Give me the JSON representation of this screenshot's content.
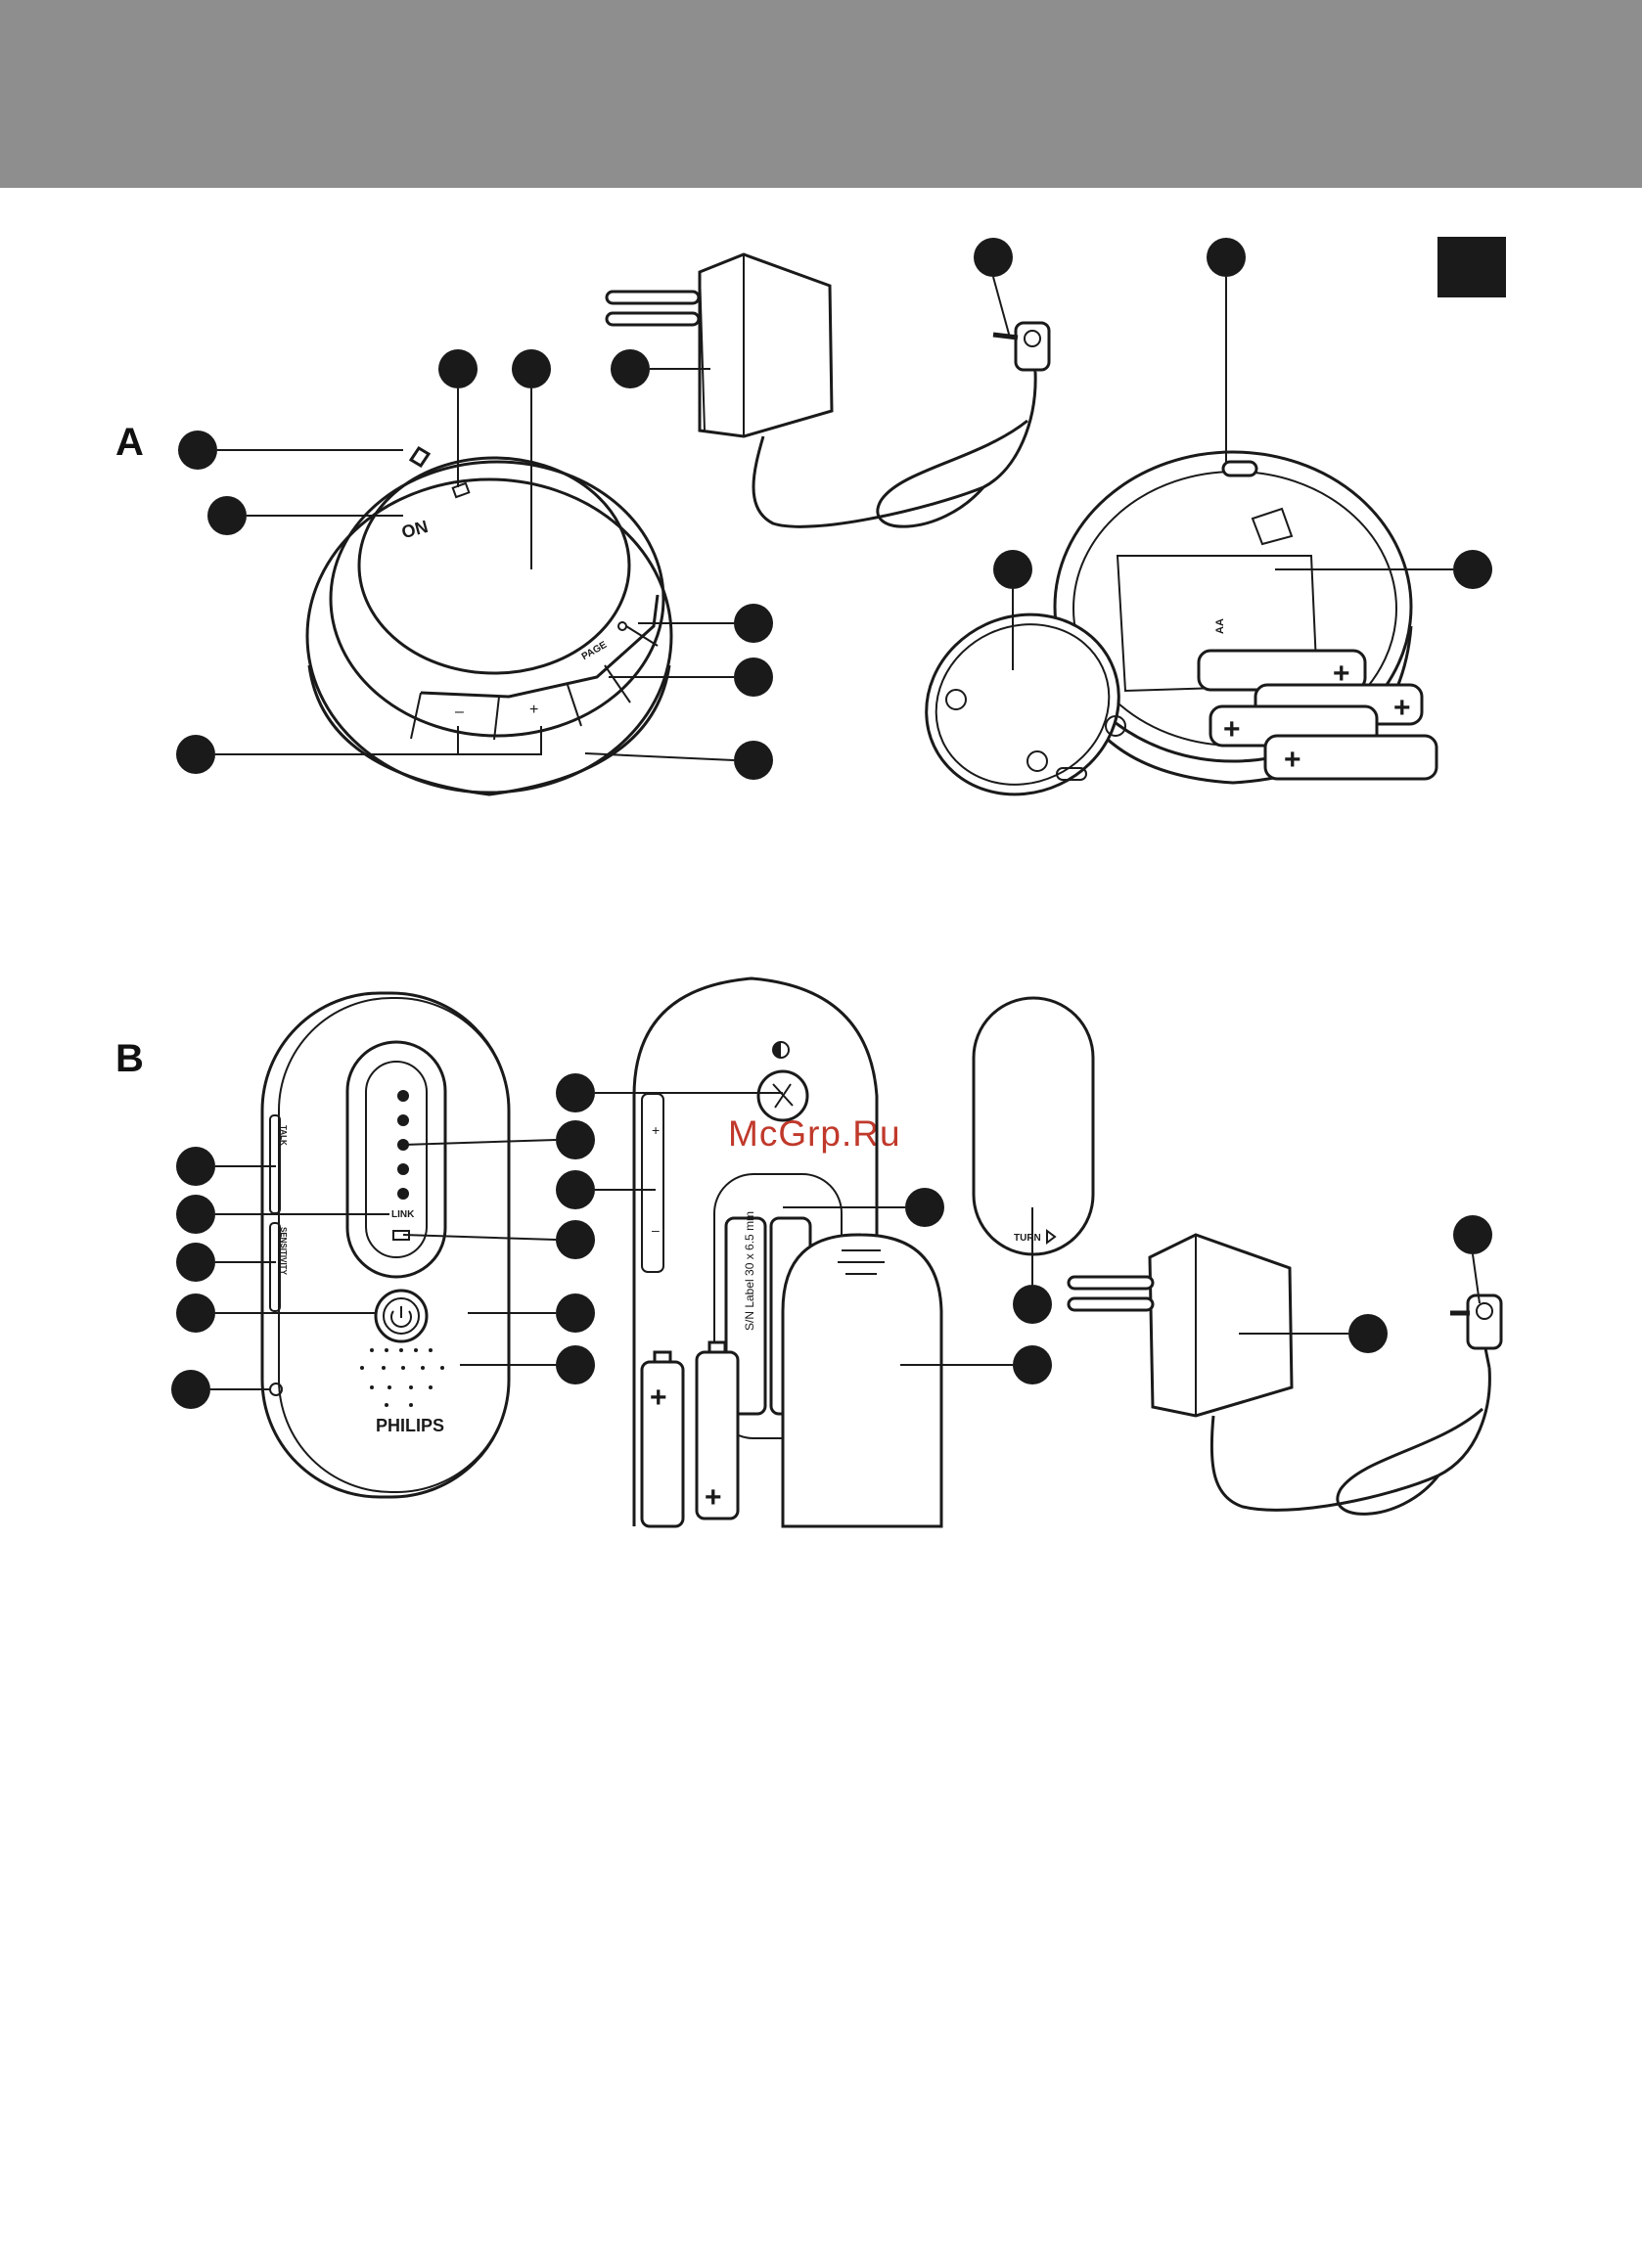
{
  "page": {
    "section_a": "A",
    "section_b": "B",
    "watermark": "McGrp.Ru"
  },
  "device_labels": {
    "parent_on": "ON",
    "parent_page": "PAGE",
    "parent_minus": "–",
    "parent_plus": "+",
    "baby_brand": "PHILIPS",
    "baby_link": "LINK",
    "baby_side_talk": "TALK",
    "baby_side_sensitivity": "SENSITIVITY",
    "baby_back_plus": "+",
    "baby_back_minus": "–",
    "belt_clip_turn": "TURN",
    "battery_label": "S/N Label 30 x 6.5 mm",
    "battery_aa": "AA"
  },
  "colors": {
    "header": "#8f8e8e",
    "ink": "#1a1a1a",
    "watermark": "#c0392b"
  }
}
